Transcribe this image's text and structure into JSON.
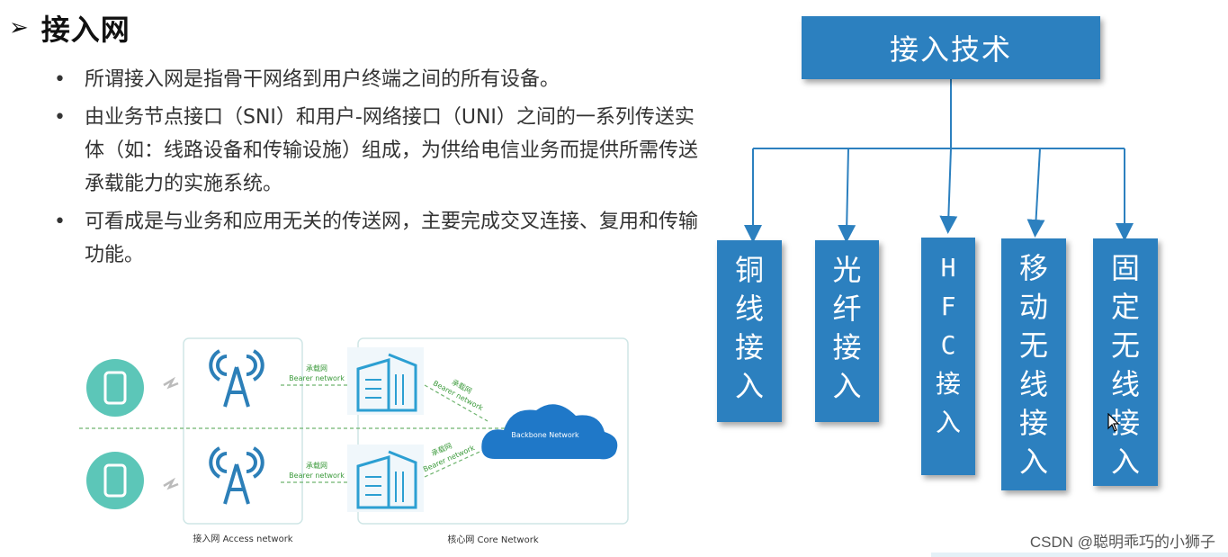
{
  "heading": {
    "arrow": "➢",
    "title": "接入网"
  },
  "bullets": [
    "所谓接入网是指骨干网络到用户终端之间的所有设备。",
    "由业务节点接口（SNI）和用户-网络接口（UNI）之间的一系列传送实体（如：线路设备和传输设施）组成，为供给电信业务而提供所需传送承载能力的实施系统。",
    "可看成是与业务和应用无关的传送网，主要完成交叉连接、复用和传输功能。"
  ],
  "network_diagram": {
    "bearer_cn": "承载网",
    "bearer_en": "Bearer network",
    "backbone": "Backbone Network",
    "access_caption": "接入网  Access network",
    "core_caption": "核心网 Core Network"
  },
  "tech_tree": {
    "root": "接入技术",
    "leaves": [
      "铜线接入",
      "光纤接入",
      "HFC接入",
      "移动无线接入",
      "固定无线接入"
    ]
  },
  "watermark": "CSDN @聪明乖巧的小狮子"
}
